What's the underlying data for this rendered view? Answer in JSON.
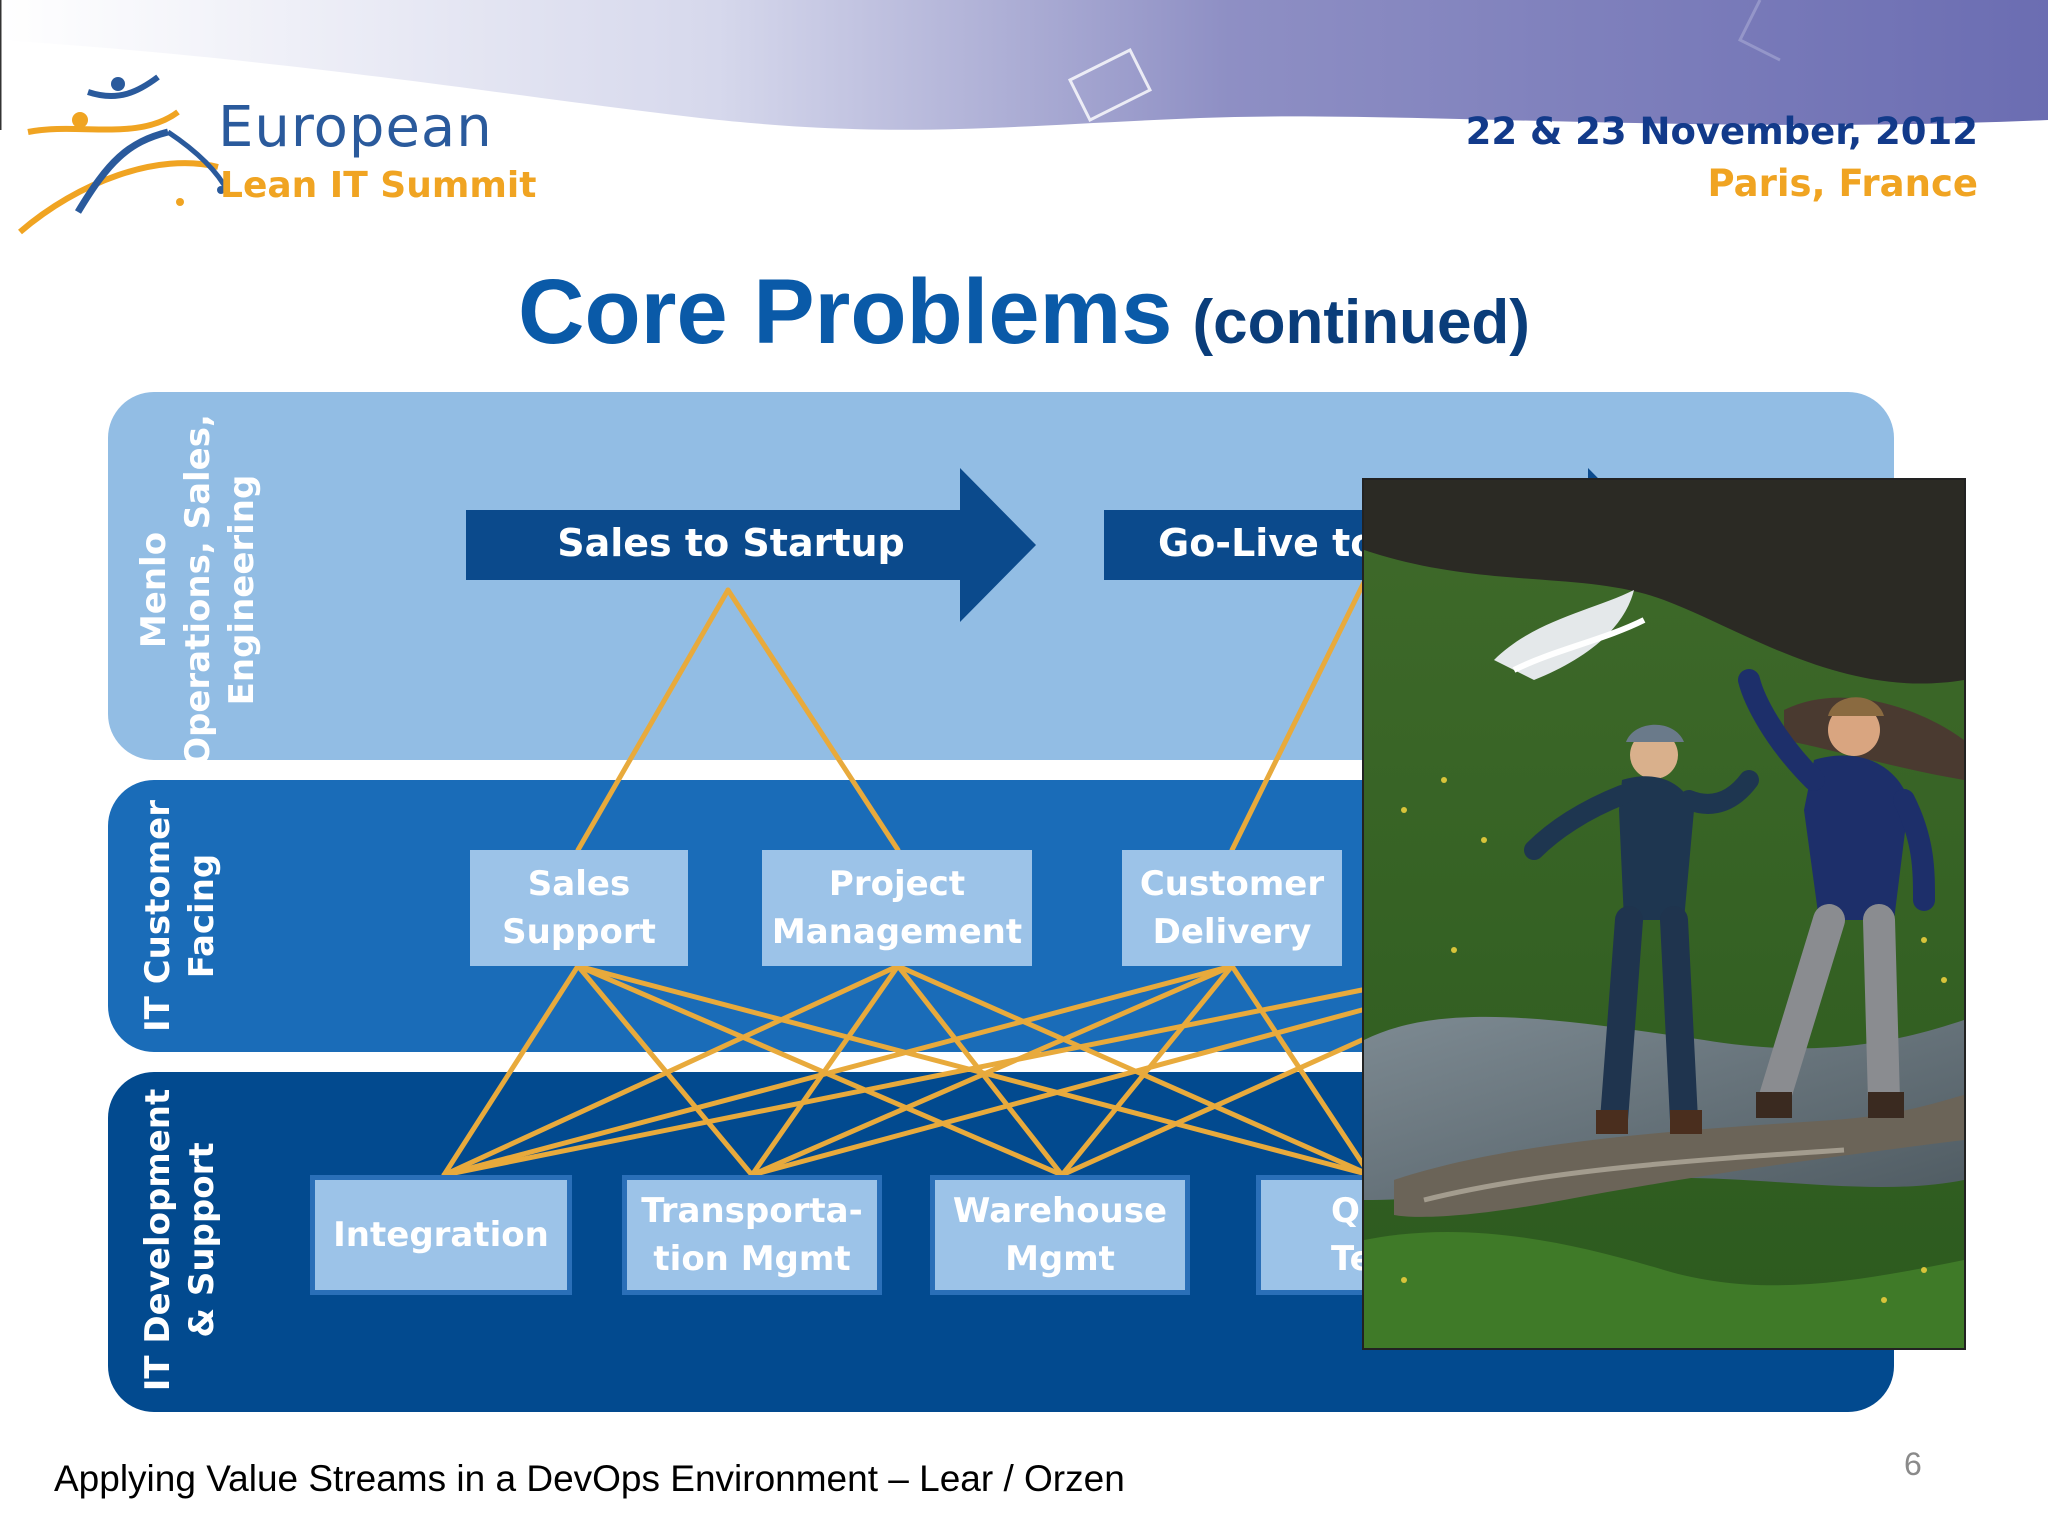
{
  "header": {
    "logo_line1": "European",
    "logo_line2": "Lean IT Summit",
    "date": "22 & 23 November, 2012",
    "place": "Paris, France"
  },
  "title": {
    "main": "Core Problems",
    "sub": "(continued)"
  },
  "lanes": [
    {
      "lines": [
        "Menlo",
        "Operations, Sales,",
        "Engineering"
      ]
    },
    {
      "lines": [
        "IT Customer",
        "Facing"
      ]
    },
    {
      "lines": [
        "IT Development",
        "& Support"
      ]
    }
  ],
  "value_streams": [
    {
      "label": "Sales to Startup"
    },
    {
      "label": "Go-Live to"
    }
  ],
  "customer_facing": [
    {
      "lines": [
        "Sales",
        "Support"
      ]
    },
    {
      "lines": [
        "Project",
        "Management"
      ]
    },
    {
      "lines": [
        "Customer",
        "Delivery"
      ]
    }
  ],
  "dev_support": [
    {
      "lines": [
        "Integration"
      ]
    },
    {
      "lines": [
        "Transporta-",
        "tion Mgmt"
      ]
    },
    {
      "lines": [
        "Warehouse",
        "Mgmt"
      ]
    },
    {
      "lines": [
        "Qu",
        "Te"
      ]
    }
  ],
  "colors": {
    "title_blue": "#0a5aa8",
    "lane_light": "#92bde4",
    "lane_mid": "#1a6cb8",
    "lane_dark": "#024a8f",
    "arrow_navy": "#0b4a8c",
    "connector_gold": "#e8aa3c",
    "accent_orange": "#f0a422"
  },
  "footer": {
    "text": "Applying Value Streams in a DevOps Environment – Lear / Orzen",
    "page": "6"
  }
}
